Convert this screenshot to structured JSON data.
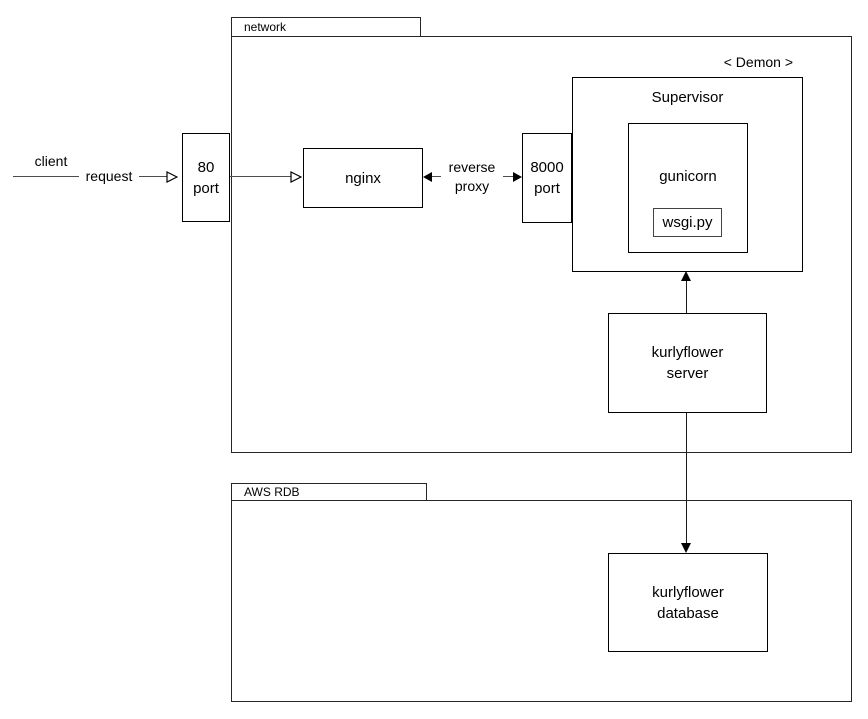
{
  "colors": {
    "background": "#ffffff",
    "box_border": "#000000",
    "frame_border": "#262626",
    "connector": "#4d4d4d",
    "arrowhead": "#000000",
    "text": "#000000"
  },
  "frames": {
    "network": {
      "label": "network"
    },
    "aws_rdb": {
      "label": "AWS RDB"
    }
  },
  "nodes": {
    "port_80": {
      "label": "80\nport"
    },
    "nginx": {
      "label": "nginx"
    },
    "port_8000": {
      "label": "8000\nport"
    },
    "supervisor": {
      "label": "Supervisor",
      "stereotype": "< Demon >"
    },
    "gunicorn": {
      "label": "gunicorn"
    },
    "wsgi": {
      "label": "wsgi.py"
    },
    "kurlyflower_server": {
      "label": "kurlyflower\nserver"
    },
    "kurlyflower_database": {
      "label": "kurlyflower\ndatabase"
    }
  },
  "edges": {
    "client": {
      "label": "client"
    },
    "request": {
      "label": "request"
    },
    "reverse_proxy": {
      "label": "reverse\nproxy"
    }
  },
  "connections": [
    {
      "from": "client",
      "to": "port_80",
      "label": "request",
      "style": "open-arrow"
    },
    {
      "from": "port_80",
      "to": "nginx",
      "style": "open-arrow"
    },
    {
      "from": "nginx",
      "to": "port_8000",
      "label": "reverse proxy",
      "style": "double-filled-arrow"
    },
    {
      "from": "kurlyflower_server",
      "to": "supervisor",
      "style": "filled-arrow"
    },
    {
      "from": "kurlyflower_server",
      "to": "kurlyflower_database",
      "style": "filled-arrow"
    }
  ]
}
